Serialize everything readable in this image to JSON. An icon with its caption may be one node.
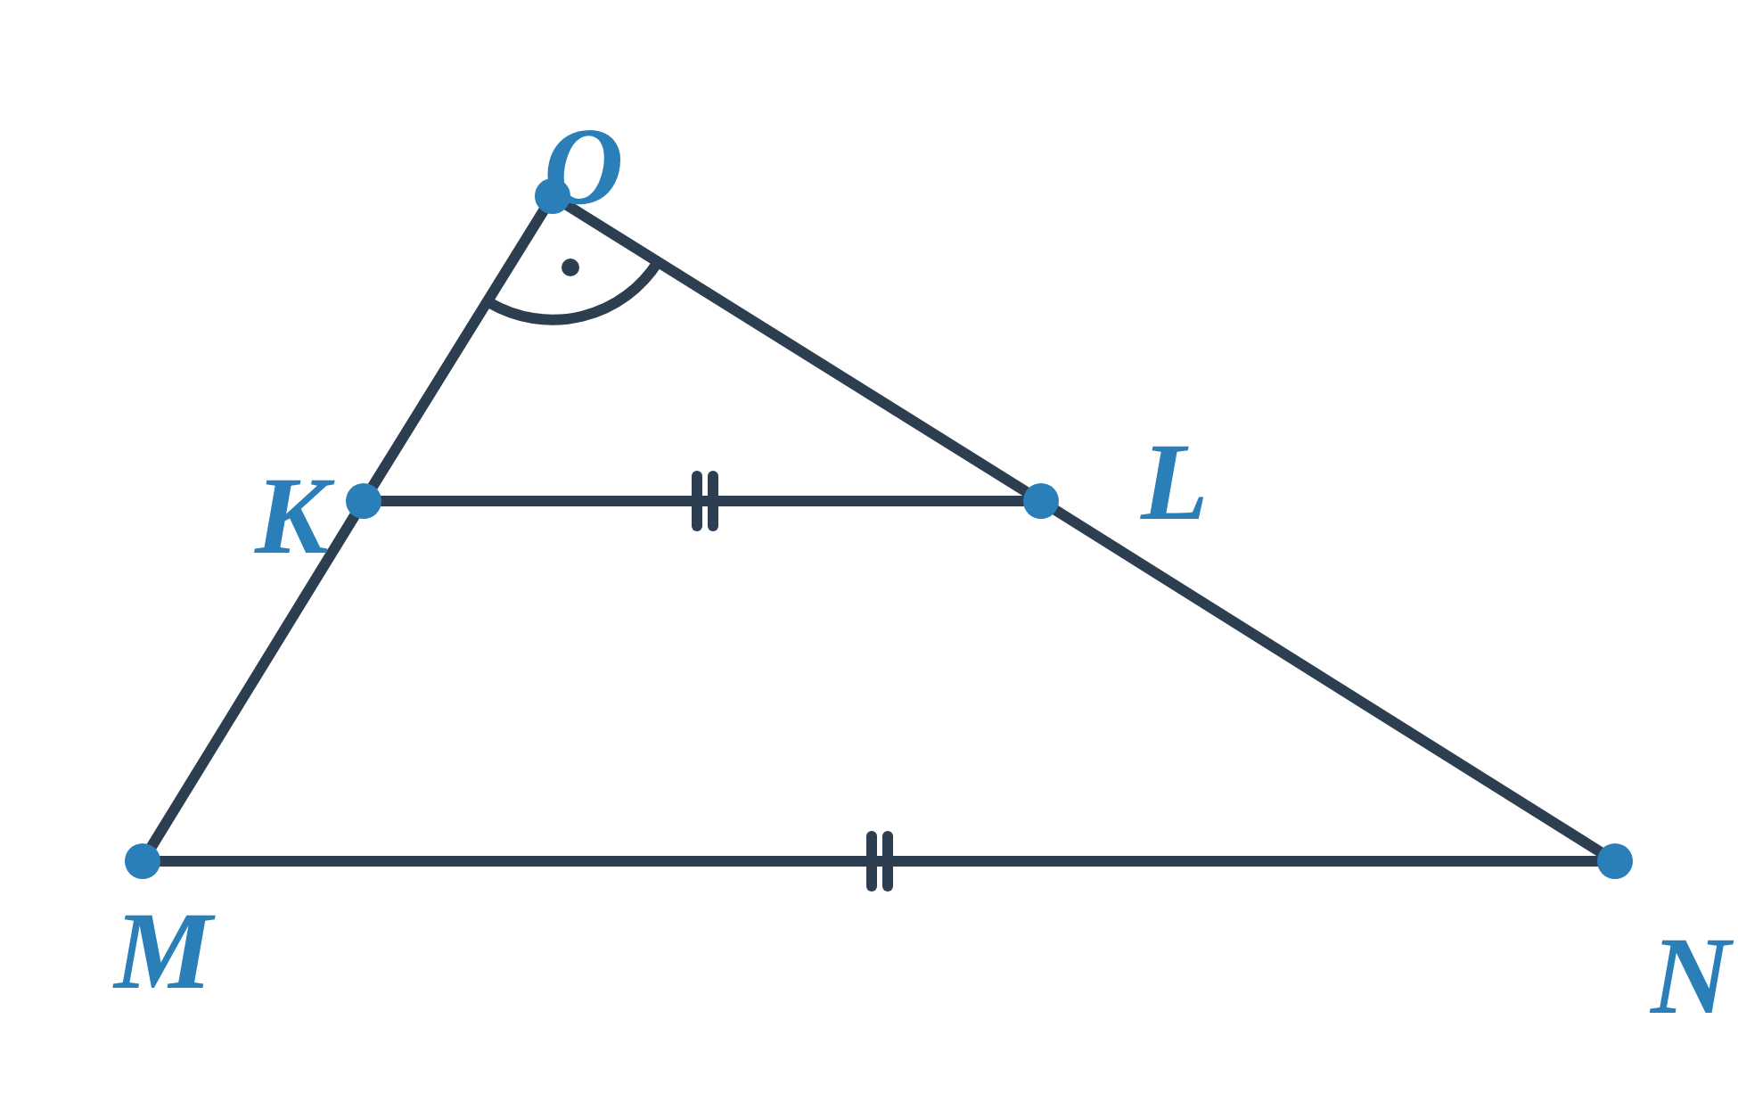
{
  "diagram": {
    "nodes": [
      {
        "text": [
          "O"
        ]
      },
      {
        "text": [
          "K"
        ]
      },
      {
        "text": [
          "L"
        ]
      },
      {
        "text": [
          "M"
        ]
      },
      {
        "text": [
          "N"
        ]
      }
    ],
    "edges": [
      {
        "from": 0,
        "to": 1,
        "arrow": "none"
      },
      {
        "from": 1,
        "to": 3,
        "arrow": "none"
      },
      {
        "from": 0,
        "to": 2,
        "arrow": "none"
      },
      {
        "from": 2,
        "to": 4,
        "arrow": "none"
      },
      {
        "from": 1,
        "to": 2,
        "arrow": "none"
      },
      {
        "from": 3,
        "to": 4,
        "arrow": "none"
      }
    ]
  }
}
